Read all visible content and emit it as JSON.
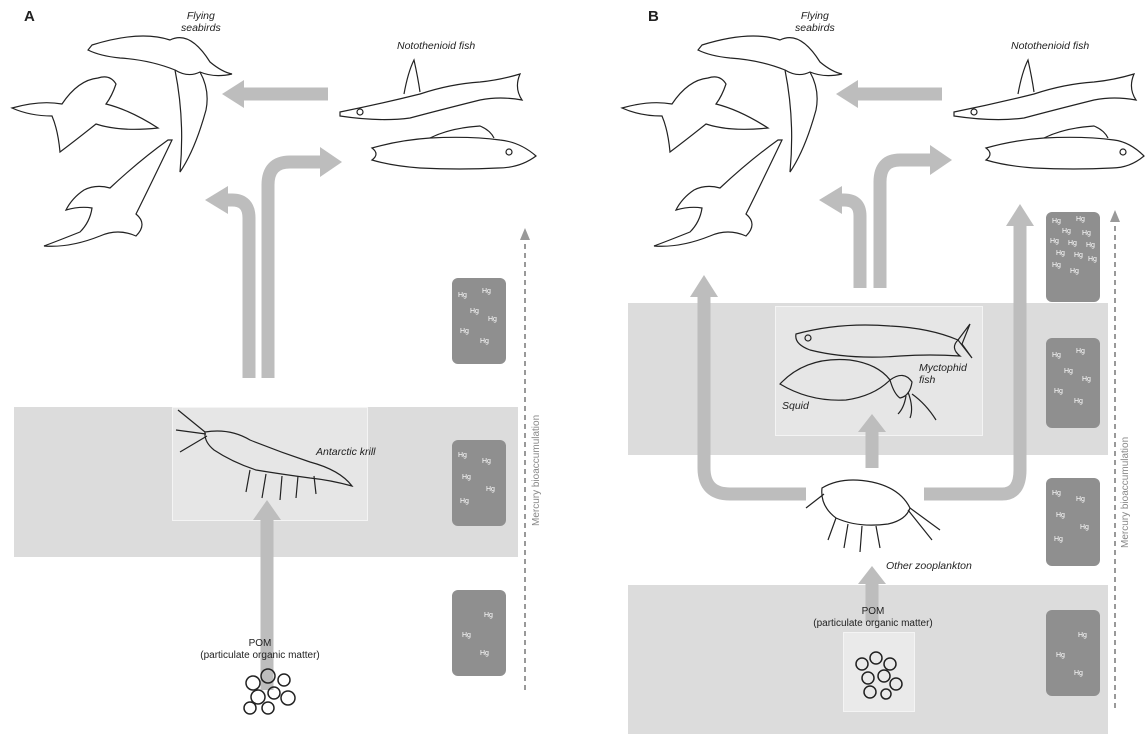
{
  "panel_a": {
    "letter": "A",
    "flying_seabirds": "Flying\nseabirds",
    "notothenioid_fish": "Notothenioid fish",
    "antarctic_krill": "Antarctic krill",
    "pom_line1": "POM",
    "pom_line2": "(particulate organic matter)",
    "axis_label": "Mercury bioaccumulation",
    "hg_label": "Hg",
    "hg_counts": [
      6,
      5,
      3
    ]
  },
  "panel_b": {
    "letter": "B",
    "flying_seabirds": "Flying\nseabirds",
    "notothenioid_fish": "Notothenioid fish",
    "myctophid_fish": "Myctophid\nfish",
    "squid": "Squid",
    "other_zooplankton": "Other zooplankton",
    "pom_line1": "POM",
    "pom_line2": "(particulate organic matter)",
    "axis_label": "Mercury bioaccumulation",
    "hg_label": "Hg",
    "hg_counts": [
      12,
      6,
      5,
      3
    ]
  },
  "colors": {
    "band": "#dcdcdc",
    "hg_box": "#8f8f8f",
    "arrow": "#bdbdbd",
    "axis": "#999999"
  }
}
